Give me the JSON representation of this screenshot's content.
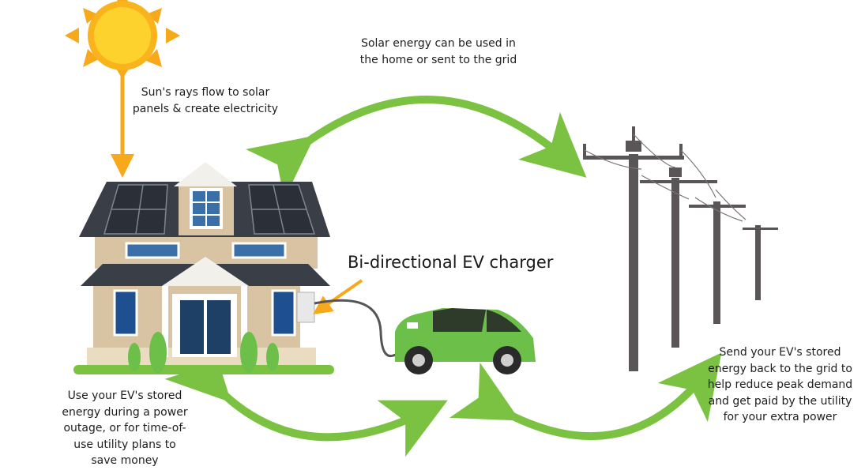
{
  "captions": {
    "solar_use": "Solar energy can be used in the home or sent to the grid",
    "sun_rays": "Sun's rays flow to solar panels & create electricity",
    "charger": "Bi-directional EV charger",
    "ev_home": "Use your EV's stored energy during a power outage, or for time-of-use utility plans to save money",
    "ev_grid": "Send your EV's stored energy back to the grid to help reduce peak demand and get paid by the utility for your extra power"
  },
  "colors": {
    "arrow_green": "#7cc242",
    "sun_orange": "#f7a81b",
    "sun_yellow": "#fdd22c",
    "roof": "#3a3f47",
    "wall": "#d8c4a2",
    "car": "#6cc04a",
    "pole": "#5a5556"
  }
}
